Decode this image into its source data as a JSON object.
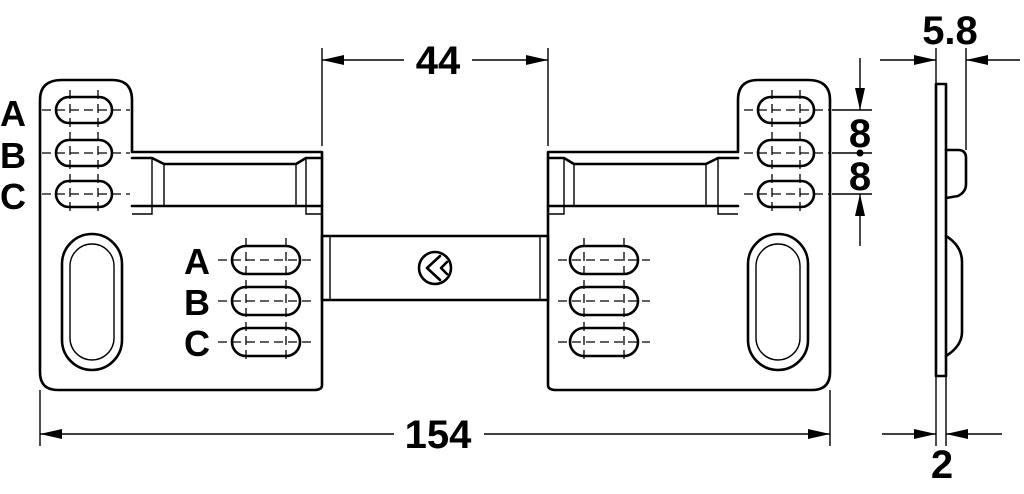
{
  "dimensions": {
    "center_gap": "44",
    "overall_width": "154",
    "side_top_width": "5.8",
    "side_bottom_width": "2",
    "slot_pitch_upper": "8",
    "slot_pitch_lower": "8"
  },
  "slot_labels_left": [
    "A",
    "B",
    "C"
  ],
  "slot_labels_center": [
    "A",
    "B",
    "C"
  ],
  "colors": {
    "line": "#000000",
    "background": "#ffffff"
  }
}
